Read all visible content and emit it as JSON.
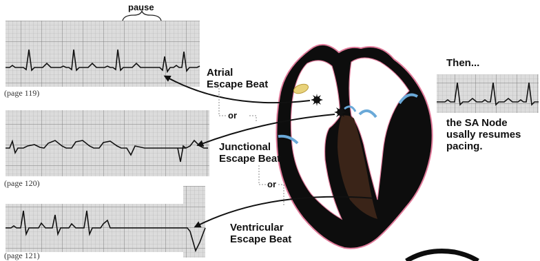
{
  "labels": {
    "pause": "pause",
    "atrial": [
      "Atrial",
      "Escape Beat"
    ],
    "or1": "or",
    "junctional": [
      "Junctional",
      "Escape Beat"
    ],
    "or2": "or",
    "ventricular": [
      "Ventricular",
      "Escape Beat"
    ],
    "then": "Then...",
    "sa_node": [
      "the SA Node",
      "usally resumes",
      "pacing."
    ]
  },
  "strips": [
    {
      "page_ref": "(page 119)"
    },
    {
      "page_ref": "(page 120)"
    },
    {
      "page_ref": "(page 121)"
    }
  ],
  "colors": {
    "ecg_paper": "#dcdcdc",
    "grid": "#9a9a9a",
    "trace": "#111111",
    "heart_wall": "#0d0d0d",
    "heart_edge": "#e07a9a",
    "valve": "#6aa9d8",
    "sa_node": "#e8d27a"
  }
}
